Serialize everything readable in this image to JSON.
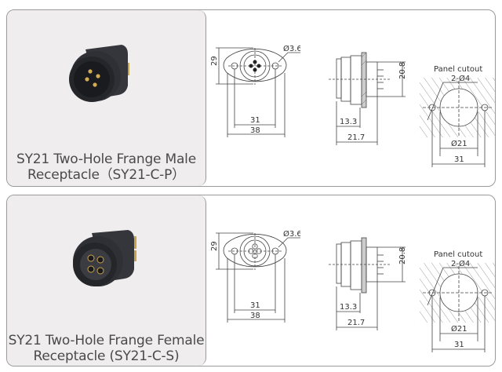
{
  "products": [
    {
      "title_line1": "SY21 Two-Hole Frange Male",
      "title_line2": "Receptacle（SY21-C-P）",
      "variant": "male",
      "front_view": {
        "height": "29",
        "hole_pitch": "31",
        "width": "38",
        "hole_dia": "Ø3.6"
      },
      "side_view": {
        "depth_a": "13.3",
        "depth_b": "21.7",
        "height": "20.8"
      },
      "panel_cutout": {
        "label": "Panel cutout",
        "holes": "2-Ø4",
        "center_dia": "Ø21",
        "pitch": "31"
      }
    },
    {
      "title_line1": "SY21 Two-Hole Frange Female",
      "title_line2": "Receptacle (SY21-C-S)",
      "variant": "female",
      "front_view": {
        "height": "29",
        "hole_pitch": "31",
        "width": "38",
        "hole_dia": "Ø3.6"
      },
      "side_view": {
        "depth_a": "13.3",
        "depth_b": "21.7",
        "height": "20.8"
      },
      "panel_cutout": {
        "label": "Panel cutout",
        "holes": "2-Ø4",
        "center_dia": "Ø21",
        "pitch": "31"
      }
    }
  ],
  "colors": {
    "panel_bg": "#efeded",
    "border": "#9a9a9a",
    "title_text": "#4a4a4a",
    "connector": "#2b2d31",
    "pin": "#c9a34a"
  }
}
